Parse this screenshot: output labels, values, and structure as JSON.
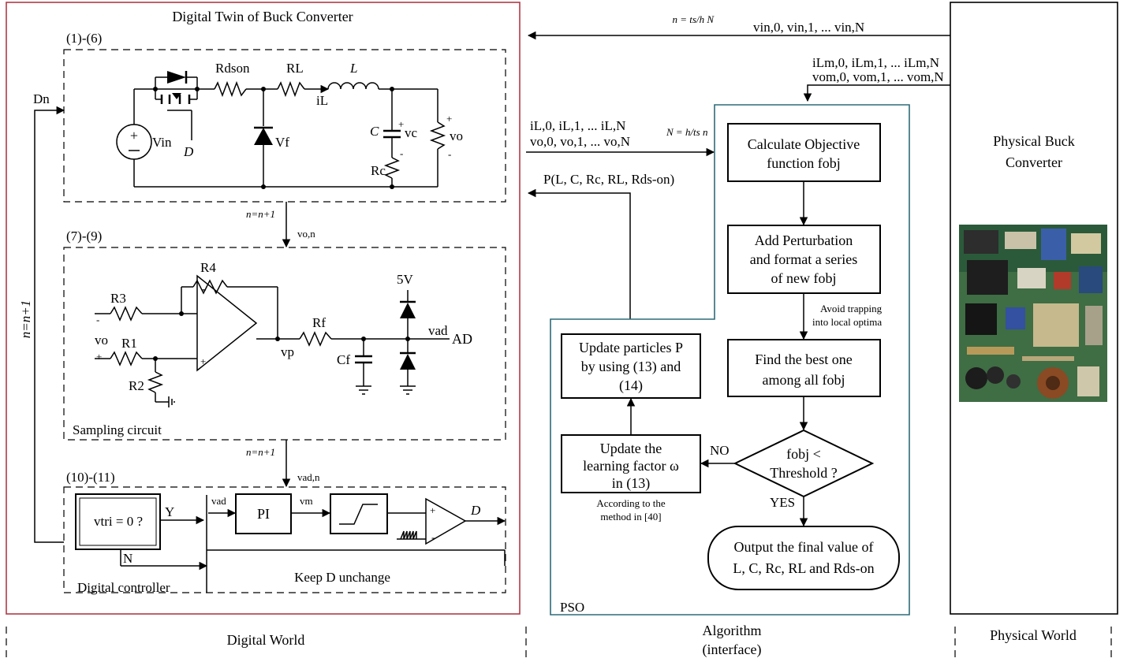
{
  "digital_twin": {
    "title": "Digital Twin of Buck Converter",
    "power_stage_ref": "(1)-(6)",
    "sampling_ref": "(7)-(9)",
    "sampling_label": "Sampling circuit",
    "controller_ref": "(10)-(11)",
    "controller_label": "Digital controller",
    "keep_d": "Keep D unchange",
    "n_inc_1": "n=n+1",
    "n_inc_2": "n=n+1",
    "n_inc_left": "n=n+1",
    "vo_n": "vo,n",
    "vad_n": "vad,n",
    "dn": "Dn",
    "comp": {
      "rdson": "Rdson",
      "rl": "RL",
      "l": "L",
      "il": "iL",
      "vin": "Vin",
      "d": "D",
      "vf": "Vf",
      "c": "C",
      "vc": "vc",
      "rc": "Rc",
      "vo": "vo",
      "r4": "R4",
      "r3": "R3",
      "r1": "R1",
      "r2": "R2",
      "rf": "Rf",
      "cf": "Cf",
      "vp": "vp",
      "five_v": "5V",
      "vad": "vad",
      "ad": "AD",
      "vo_in": "vo"
    },
    "ctrl": {
      "vtri": "vtri = 0 ?",
      "y": "Y",
      "n": "N",
      "vad": "vad",
      "pi": "PI",
      "vm": "vm",
      "d": "D"
    }
  },
  "interface": {
    "n_eq": "n = ts/h N",
    "vin_seq": "vin,0, vin,1, ... vin,N",
    "ilm_seq": "iLm,0, iLm,1, ... iLm,N",
    "vom_seq": "vom,0, vom,1, ... vom,N",
    "il_seq": "iL,0, iL,1, ... iL,N",
    "vo_seq": "vo,0, vo,1, ... vo,N",
    "N_eq": "N = h/ts n",
    "p_vec": "P(L, C, Rc, RL, Rds-on)"
  },
  "pso": {
    "label": "PSO",
    "calc": [
      "Calculate Objective",
      "function fobj"
    ],
    "perturb": [
      "Add Perturbation",
      "and format a series",
      "of new fobj"
    ],
    "avoid": [
      "Avoid trapping",
      "into local optima"
    ],
    "best": [
      "Find the best one",
      "among all fobj"
    ],
    "decision": [
      "fobj <",
      "Threshold ?"
    ],
    "no": "NO",
    "yes": "YES",
    "update_lf": [
      "Update the",
      "learning factor ω",
      "in (13)"
    ],
    "according": [
      "According to the",
      "method in [40]"
    ],
    "update_p": [
      "Update particles P",
      "by using (13) and",
      "(14)"
    ],
    "output": [
      "Output the final value of",
      "L, C, Rc, RL and Rds-on"
    ]
  },
  "physical": {
    "title": [
      "Physical Buck",
      "Converter"
    ]
  },
  "worlds": {
    "digital": "Digital World",
    "algorithm": [
      "Algorithm",
      "(interface)"
    ],
    "physical": "Physical World"
  },
  "colors": {
    "twin_border": "#b03a48",
    "pso_border": "#2e6b78"
  }
}
